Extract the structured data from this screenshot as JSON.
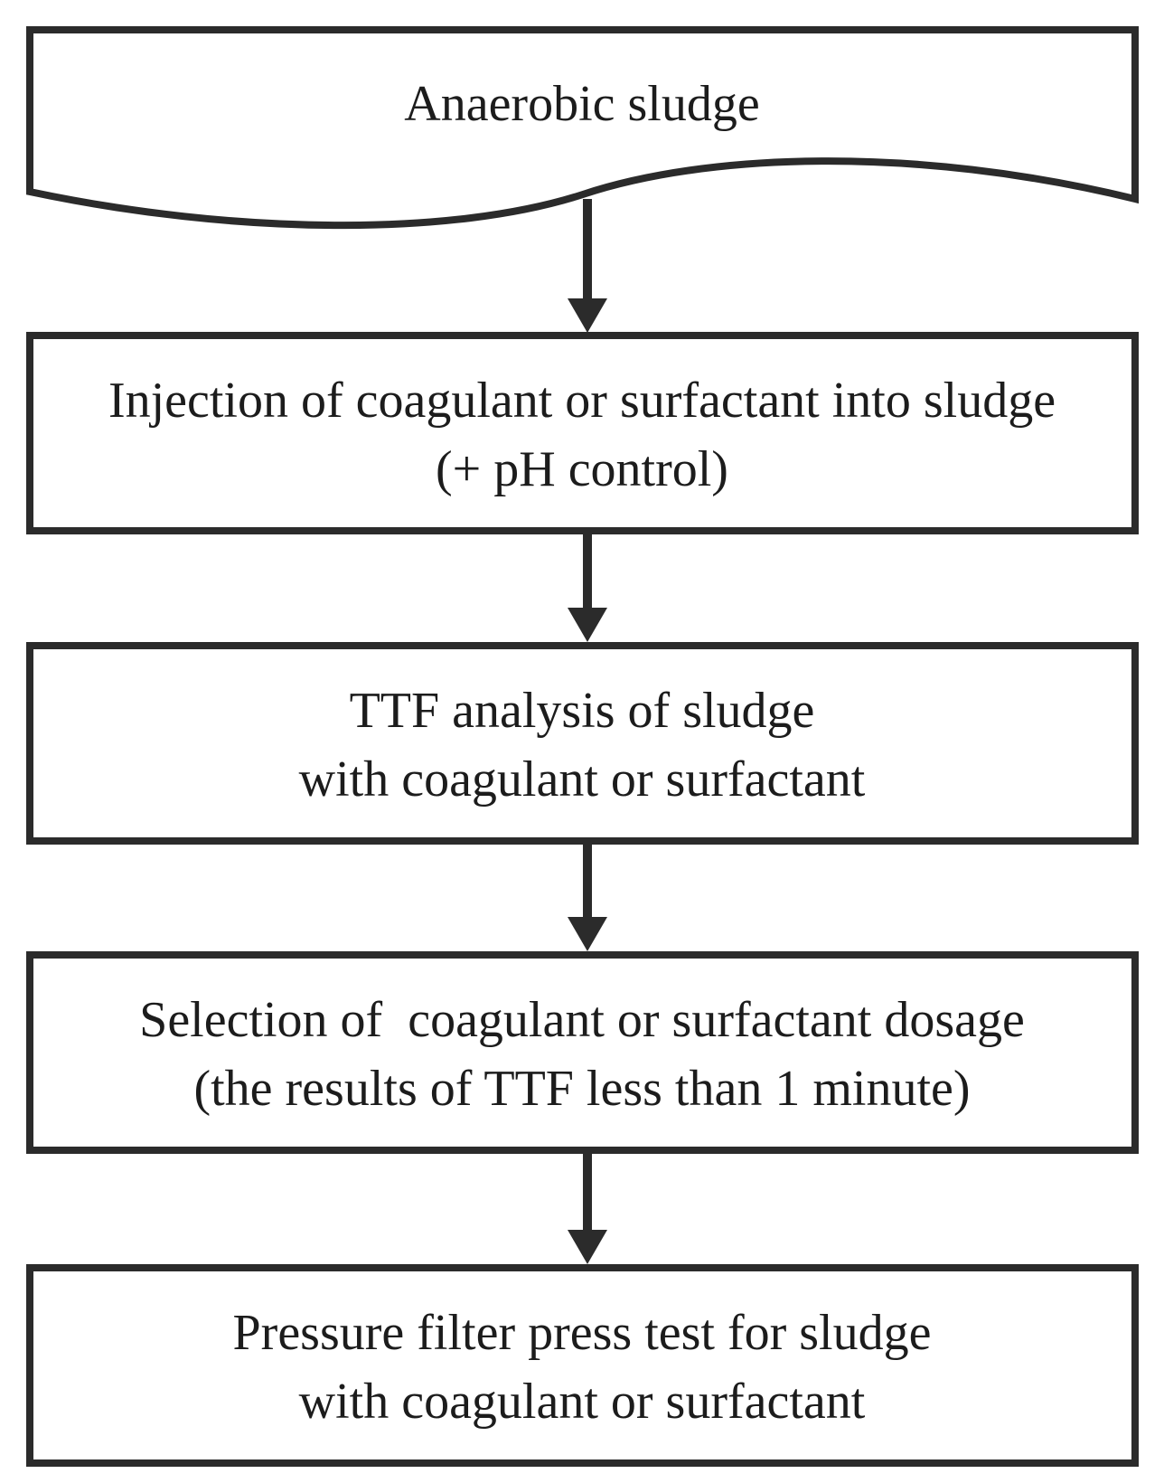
{
  "flowchart": {
    "steps": [
      {
        "type": "document",
        "lines": [
          "Anaerobic sludge"
        ]
      },
      {
        "type": "process",
        "lines": [
          "Injection of coagulant or surfactant into sludge",
          "(+ pH control)"
        ]
      },
      {
        "type": "process",
        "lines": [
          "TTF analysis of sludge",
          "with coagulant or surfactant"
        ]
      },
      {
        "type": "process",
        "lines": [
          "Selection of  coagulant or surfactant dosage",
          "(the results of TTF less than 1 minute)"
        ]
      },
      {
        "type": "process",
        "lines": [
          "Pressure filter press test for sludge",
          "with coagulant or surfactant"
        ]
      }
    ],
    "stroke_color": "#2b2b2b",
    "text_color": "#1c1c1c"
  }
}
